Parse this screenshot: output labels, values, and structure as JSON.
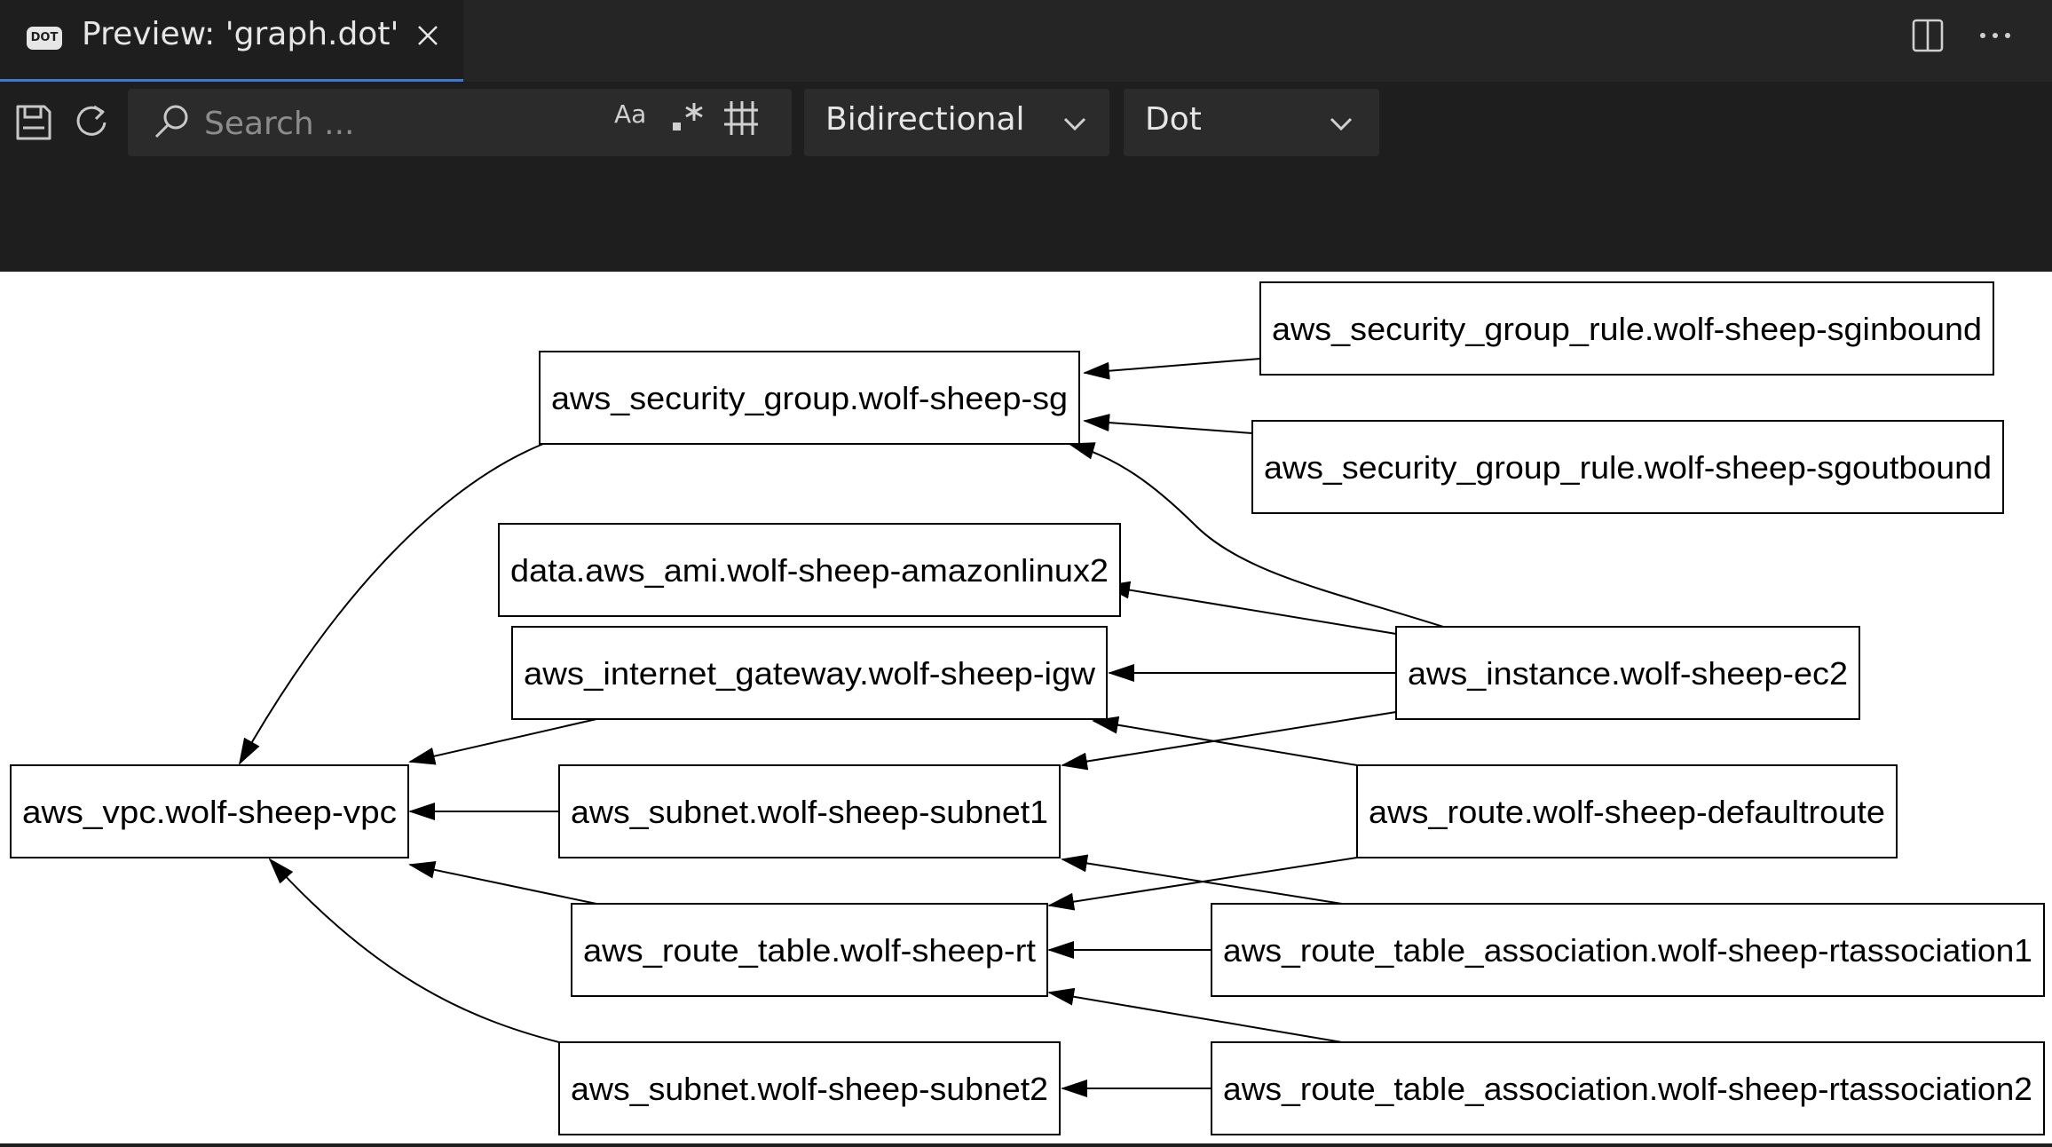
{
  "tab": {
    "badge": "DOT",
    "title": "Preview: 'graph.dot'"
  },
  "toolbar": {
    "search_placeholder": "Search ...",
    "match_case_label": "Aa",
    "direction_value": "Bidirectional",
    "layout_value": "Dot"
  },
  "graph": {
    "nodes": [
      {
        "id": "sg",
        "label": "aws_security_group.wolf-sheep-sg"
      },
      {
        "id": "sgin",
        "label": "aws_security_group_rule.wolf-sheep-sginbound"
      },
      {
        "id": "sgout",
        "label": "aws_security_group_rule.wolf-sheep-sgoutbound"
      },
      {
        "id": "ami",
        "label": "data.aws_ami.wolf-sheep-amazonlinux2"
      },
      {
        "id": "igw",
        "label": "aws_internet_gateway.wolf-sheep-igw"
      },
      {
        "id": "ec2",
        "label": "aws_instance.wolf-sheep-ec2"
      },
      {
        "id": "vpc",
        "label": "aws_vpc.wolf-sheep-vpc"
      },
      {
        "id": "sub1",
        "label": "aws_subnet.wolf-sheep-subnet1"
      },
      {
        "id": "route",
        "label": "aws_route.wolf-sheep-defaultroute"
      },
      {
        "id": "rt",
        "label": "aws_route_table.wolf-sheep-rt"
      },
      {
        "id": "rta1",
        "label": "aws_route_table_association.wolf-sheep-rtassociation1"
      },
      {
        "id": "sub2",
        "label": "aws_subnet.wolf-sheep-subnet2"
      },
      {
        "id": "rta2",
        "label": "aws_route_table_association.wolf-sheep-rtassociation2"
      }
    ],
    "edges": [
      {
        "from": "sgin",
        "to": "sg"
      },
      {
        "from": "sgout",
        "to": "sg"
      },
      {
        "from": "ec2",
        "to": "sg"
      },
      {
        "from": "ec2",
        "to": "ami"
      },
      {
        "from": "ec2",
        "to": "igw"
      },
      {
        "from": "ec2",
        "to": "sub1"
      },
      {
        "from": "sg",
        "to": "vpc"
      },
      {
        "from": "igw",
        "to": "vpc"
      },
      {
        "from": "sub1",
        "to": "vpc"
      },
      {
        "from": "rt",
        "to": "vpc"
      },
      {
        "from": "sub2",
        "to": "vpc"
      },
      {
        "from": "route",
        "to": "igw"
      },
      {
        "from": "route",
        "to": "rt"
      },
      {
        "from": "rta1",
        "to": "sub1"
      },
      {
        "from": "rta1",
        "to": "rt"
      },
      {
        "from": "rta2",
        "to": "rt"
      },
      {
        "from": "rta2",
        "to": "sub2"
      }
    ]
  }
}
